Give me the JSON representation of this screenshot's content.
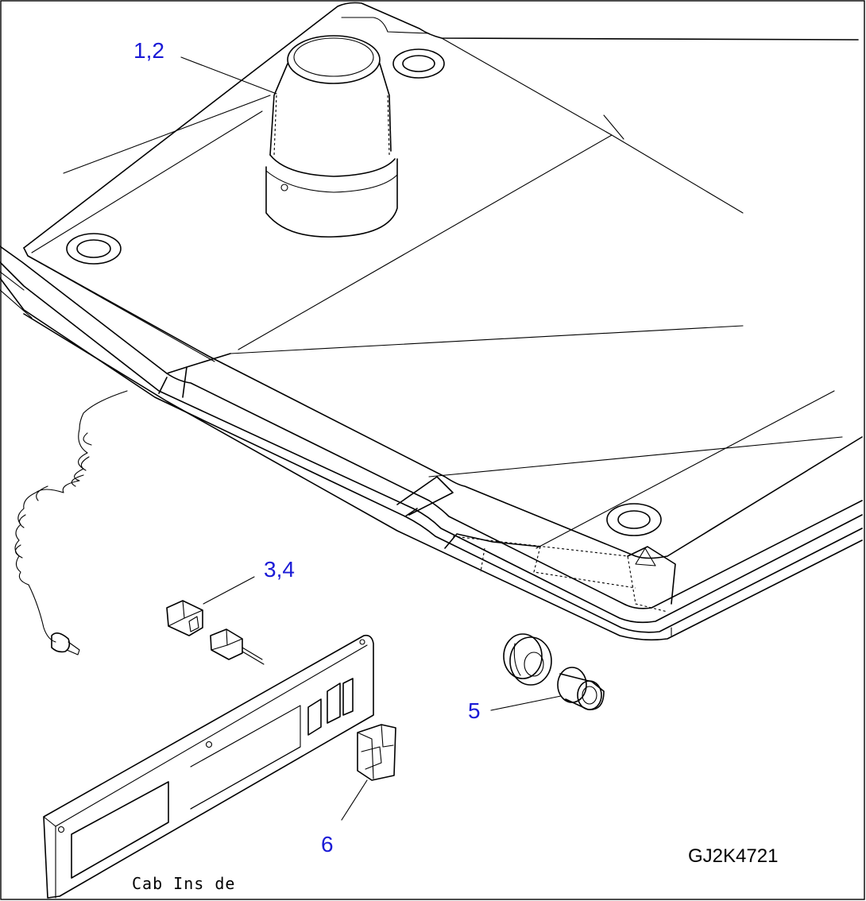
{
  "callouts": {
    "beacon": "1,2",
    "connector": "3,4",
    "socket": "5",
    "cover": "6"
  },
  "drawing_code": "GJ2K4721",
  "panel_note": "Cab Ins de",
  "callout_color": "#1a1ad6"
}
